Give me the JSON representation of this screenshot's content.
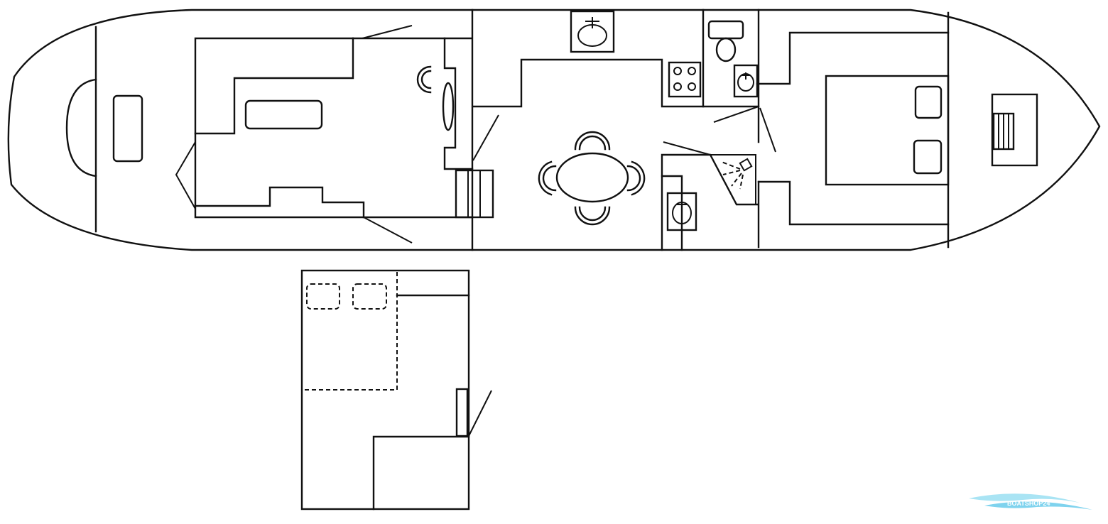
{
  "plan": {
    "view": "deck-plan",
    "decks": [
      "main-deck",
      "lower-deck"
    ],
    "colors": {
      "line": "#111111",
      "background": "#ffffff",
      "watermark": "#7fd3ee"
    },
    "icons": [
      "washbasin-icon",
      "toilet-icon",
      "stove-icon",
      "shower-icon",
      "table-icon",
      "chair-icon",
      "double-bed-icon",
      "pillow-icon",
      "stairs-icon",
      "hatch-icon",
      "bathtub-icon"
    ]
  },
  "watermark": {
    "text": "BOATSHOP24"
  }
}
